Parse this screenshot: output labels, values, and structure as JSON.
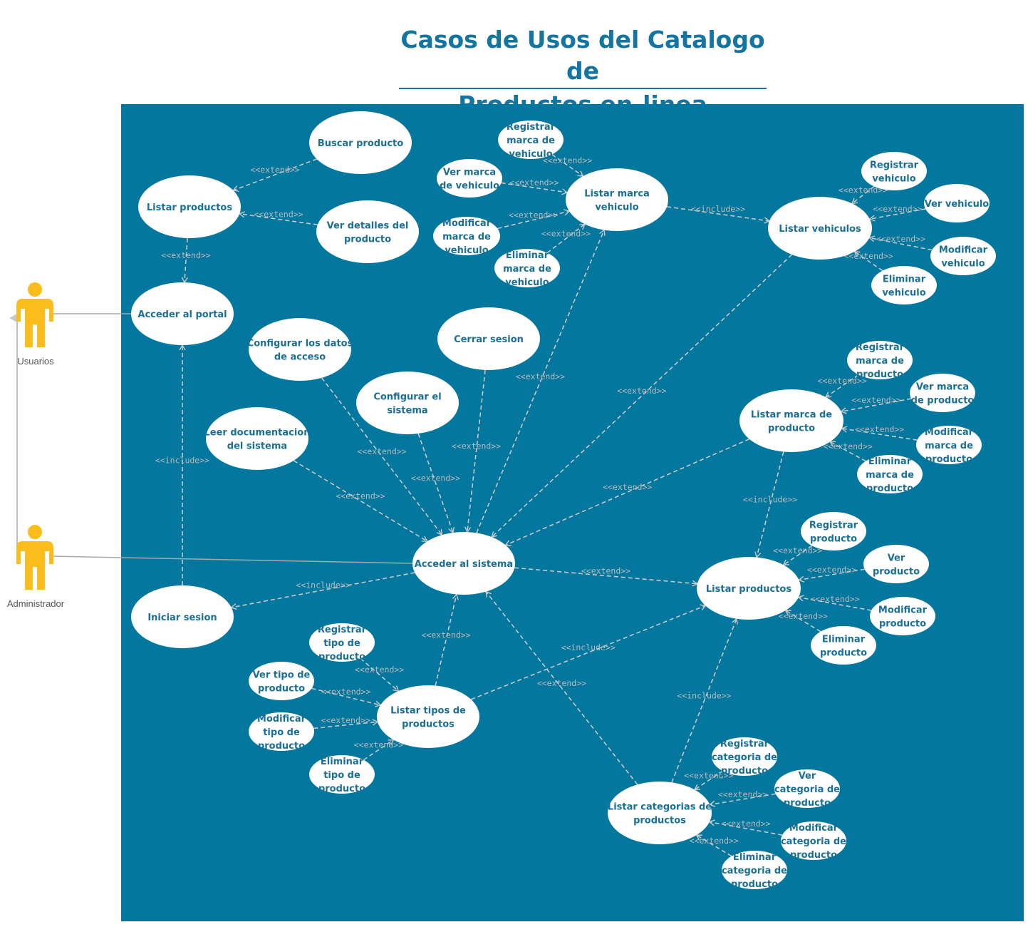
{
  "title_line1": "Casos de Usos del Catalogo de",
  "title_line2": "Productos en-linea",
  "colors": {
    "panel": "#04779f",
    "usecase_fill": "#ffffff",
    "usecase_text": "#1a6f96",
    "connector": "#c8c8c8",
    "actor": "#fbbd1c",
    "title": "#1475a1"
  },
  "actors": [
    {
      "id": "usuarios",
      "label": "Usuarios"
    },
    {
      "id": "administrador",
      "label": "Administrador"
    }
  ],
  "use_cases": {
    "buscar_producto": [
      "Buscar producto"
    ],
    "listar_productos_top": [
      "Listar productos"
    ],
    "ver_detalles": [
      "Ver detalles del",
      "producto"
    ],
    "acceder_portal": [
      "Acceder al portal"
    ],
    "registrar_marca_veh": [
      "Registrar",
      "marca de",
      "vehiculo"
    ],
    "ver_marca_veh": [
      "Ver marca",
      "de vehiculo"
    ],
    "modificar_marca_veh": [
      "Modificar",
      "marca de",
      "vehiculo"
    ],
    "eliminar_marca_veh": [
      "Eliminar",
      "marca de",
      "vehiculo"
    ],
    "listar_marca_veh": [
      "Listar marca",
      "vehiculo"
    ],
    "listar_vehiculos": [
      "Listar vehiculos"
    ],
    "registrar_vehiculo": [
      "Registrar",
      "vehiculo"
    ],
    "ver_vehiculo": [
      "Ver vehiculo"
    ],
    "modificar_vehiculo": [
      "Modificar",
      "vehiculo"
    ],
    "eliminar_vehiculo": [
      "Eliminar",
      "vehiculo"
    ],
    "configurar_datos": [
      "Configurar  los datos",
      "de acceso"
    ],
    "cerrar_sesion": [
      "Cerrar sesion"
    ],
    "configurar_sistema": [
      "Configurar  el",
      "sistema"
    ],
    "leer_doc": [
      "Leer documentacion",
      "del sistema"
    ],
    "registrar_marca_prod": [
      "Registrar",
      "marca de",
      "producto"
    ],
    "ver_marca_prod": [
      "Ver marca",
      "de producto"
    ],
    "modificar_marca_prod": [
      "Modificar",
      "marca de",
      "producto"
    ],
    "eliminar_marca_prod": [
      "Eliminar",
      "marca de",
      "producto"
    ],
    "listar_marca_prod": [
      "Listar marca de",
      "producto"
    ],
    "acceder_sistema": [
      "Acceder al sistema"
    ],
    "iniciar_sesion": [
      "Iniciar sesion"
    ],
    "registrar_producto": [
      "Registrar",
      "producto"
    ],
    "ver_producto": [
      "Ver",
      "producto"
    ],
    "modificar_producto": [
      "Modificar",
      "producto"
    ],
    "eliminar_producto": [
      "Eliminar",
      "producto"
    ],
    "listar_productos_adm": [
      "Listar productos"
    ],
    "registrar_tipo": [
      "Registrar",
      "tipo de",
      "producto"
    ],
    "ver_tipo": [
      "Ver tipo de",
      "producto"
    ],
    "modificar_tipo": [
      "Modificar",
      "tipo de",
      "producto"
    ],
    "eliminar_tipo": [
      "Eliminar",
      "tipo de",
      "producto"
    ],
    "listar_tipos": [
      "Listar tipos de",
      "productos"
    ],
    "registrar_categoria": [
      "Registrar",
      "categoria de",
      "producto"
    ],
    "ver_categoria": [
      "Ver",
      "categoria de",
      "producto"
    ],
    "modificar_categoria": [
      "Modificar",
      "categoria de",
      "producto"
    ],
    "eliminar_categoria": [
      "Eliminar",
      "categoria de",
      "producto"
    ],
    "listar_categorias": [
      "Listar categorias de",
      "productos"
    ]
  },
  "stereotypes": {
    "extend": "<<extend>>",
    "include": "<<include>>"
  }
}
